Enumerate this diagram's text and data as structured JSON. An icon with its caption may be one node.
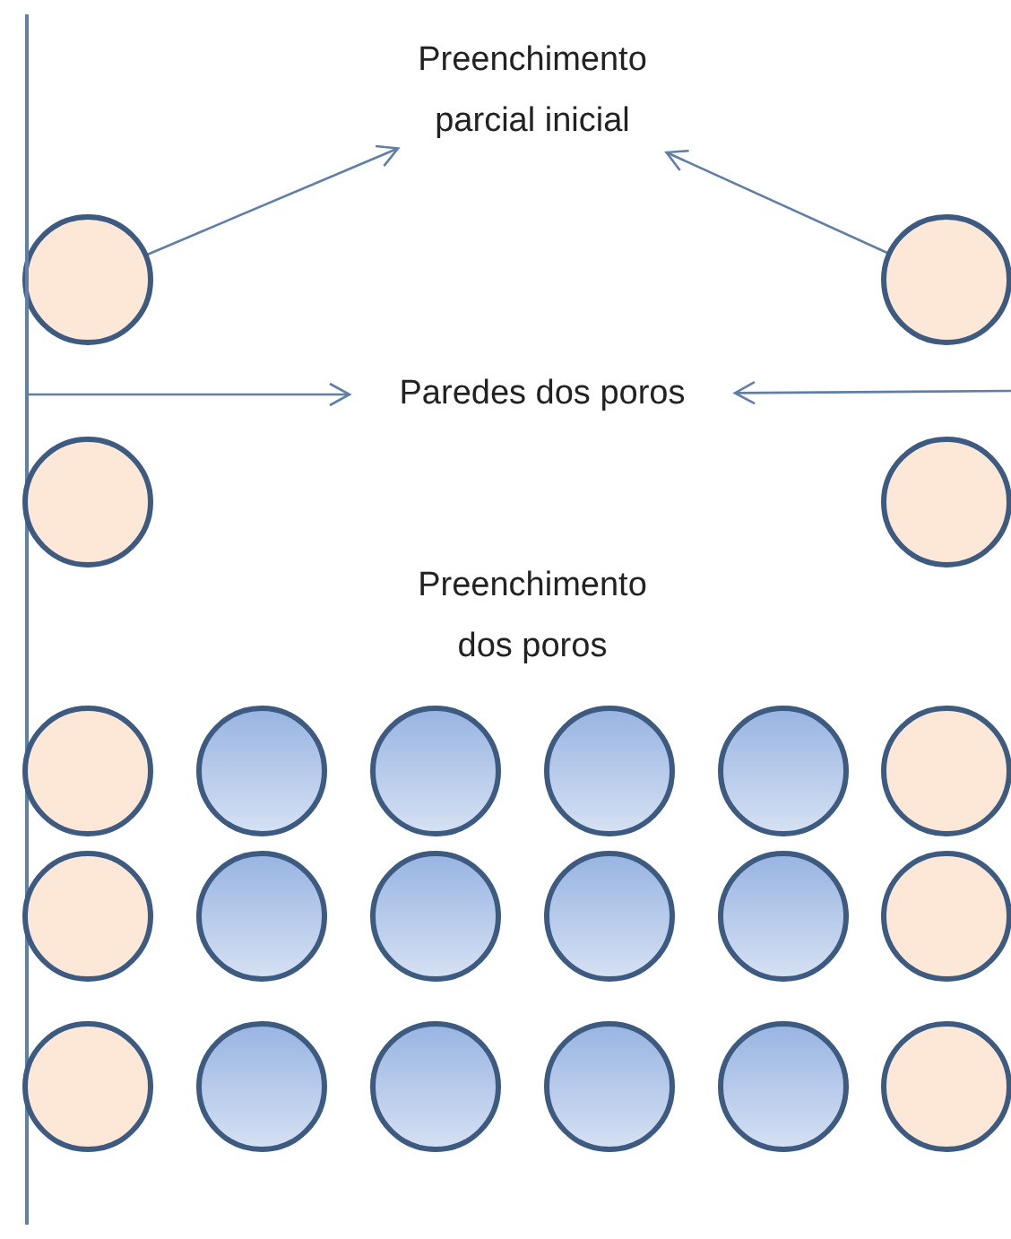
{
  "diagram": {
    "nodes": [
      {
        "text": [
          "Preenchimento parcial inicial"
        ]
      },
      {
        "text": [],
        "shape": "circle"
      },
      {
        "text": [],
        "shape": "circle"
      },
      {
        "text": [],
        "shape": "line"
      },
      {
        "text": [
          "Paredes dos poros"
        ]
      },
      {
        "text": [],
        "shape": "circle"
      },
      {
        "text": [],
        "shape": "circle"
      },
      {
        "text": [],
        "shape": "circle"
      },
      {
        "text": [],
        "shape": "circle"
      },
      {
        "text": [],
        "shape": "circle"
      },
      {
        "text": [],
        "shape": "circle"
      },
      {
        "text": [],
        "shape": "circle"
      },
      {
        "text": [],
        "shape": "circle"
      },
      {
        "text": [],
        "shape": "circle"
      },
      {
        "text": [],
        "shape": "circle"
      },
      {
        "text": [],
        "shape": "circle"
      },
      {
        "text": [],
        "shape": "circle"
      },
      {
        "text": [],
        "shape": "circle"
      },
      {
        "text": [],
        "shape": "circle"
      },
      {
        "text": [],
        "shape": "circle"
      },
      {
        "text": [],
        "shape": "circle"
      },
      {
        "text": [],
        "shape": "circle"
      },
      {
        "text": [],
        "shape": "circle"
      },
      {
        "text": [],
        "shape": "circle"
      },
      {
        "text": [],
        "shape": "circle"
      }
    ],
    "edges": [
      {
        "from": 1,
        "to": 0,
        "arrow": "to"
      },
      {
        "from": 2,
        "to": 0,
        "arrow": "to"
      },
      {
        "from": 3,
        "to": 4,
        "arrow": "to"
      },
      {
        "from": null,
        "to": 4,
        "arrow": "to"
      }
    ],
    "labels": [
      "Preenchimento dos poros"
    ]
  }
}
